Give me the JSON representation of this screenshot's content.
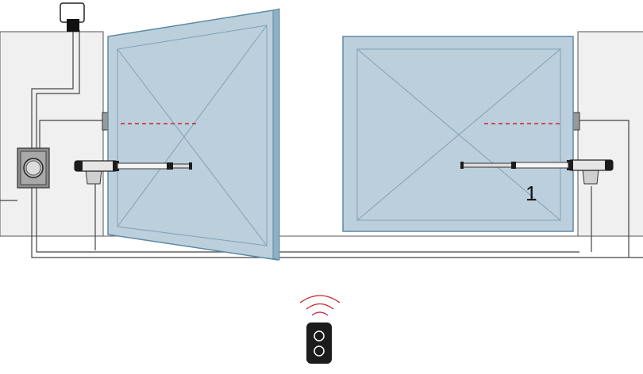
{
  "diagram": {
    "callout_label": "1",
    "colors": {
      "wall": "#f0f0f0",
      "wall_stroke": "#555555",
      "gate_fill": "#bccfdc",
      "gate_frame": "#5e8aa3",
      "gate_brace": "#7fa2b8",
      "cable": "#444444",
      "photocell_beam": "#d0212a",
      "signal_waves": "#d0212a",
      "device_dark": "#1c1c1c",
      "motor_body": "#e6e6e6"
    },
    "components": {
      "left_wall": "wall",
      "right_wall": "wall",
      "left_gate_leaf": "gate-leaf",
      "right_gate_leaf": "gate-leaf",
      "left_operator": "swing-gate-operator",
      "right_operator": "swing-gate-operator",
      "left_photocell": "photocell",
      "right_photocell": "photocell",
      "control_unit": "control-unit",
      "power_supply": "power-supply",
      "remote_control": "remote-control"
    }
  }
}
